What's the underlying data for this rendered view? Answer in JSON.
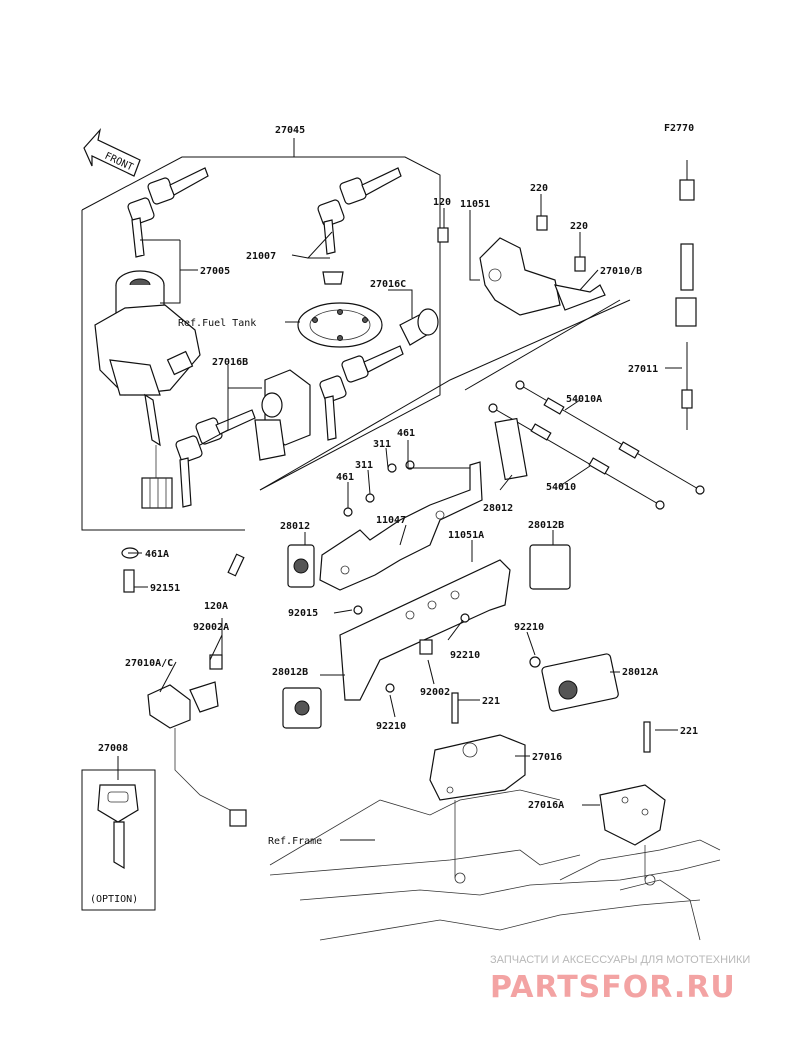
{
  "diagram_code": "F2770",
  "front_label": "FRONT",
  "parts": [
    {
      "id": "p27045",
      "number": "27045"
    },
    {
      "id": "p27005",
      "number": "27005"
    },
    {
      "id": "p21007",
      "number": "21007"
    },
    {
      "id": "p27016C",
      "number": "27016C"
    },
    {
      "id": "p27016B",
      "number": "27016B"
    },
    {
      "id": "p120",
      "number": "120"
    },
    {
      "id": "p11051",
      "number": "11051"
    },
    {
      "id": "p220a",
      "number": "220"
    },
    {
      "id": "p220b",
      "number": "220"
    },
    {
      "id": "p27010B",
      "number": "27010/B"
    },
    {
      "id": "p27011",
      "number": "27011"
    },
    {
      "id": "p54010A",
      "number": "54010A"
    },
    {
      "id": "p54010",
      "number": "54010"
    },
    {
      "id": "p461",
      "number": "461"
    },
    {
      "id": "p311a",
      "number": "311"
    },
    {
      "id": "p311b",
      "number": "311"
    },
    {
      "id": "p461b",
      "number": "461"
    },
    {
      "id": "p28012a",
      "number": "28012"
    },
    {
      "id": "p28012b",
      "number": "28012"
    },
    {
      "id": "p11047",
      "number": "11047"
    },
    {
      "id": "p11051A",
      "number": "11051A"
    },
    {
      "id": "p28012B1",
      "number": "28012B"
    },
    {
      "id": "p461A",
      "number": "461A"
    },
    {
      "id": "p92151",
      "number": "92151"
    },
    {
      "id": "p120A",
      "number": "120A"
    },
    {
      "id": "p92002A",
      "number": "92002A"
    },
    {
      "id": "p92015",
      "number": "92015"
    },
    {
      "id": "p92210a",
      "number": "92210"
    },
    {
      "id": "p92210b",
      "number": "92210"
    },
    {
      "id": "p92210c",
      "number": "92210"
    },
    {
      "id": "p27010AC",
      "number": "27010A/C"
    },
    {
      "id": "p92002",
      "number": "92002"
    },
    {
      "id": "p28012A",
      "number": "28012A"
    },
    {
      "id": "p28012B2",
      "number": "28012B"
    },
    {
      "id": "p221a",
      "number": "221"
    },
    {
      "id": "p221b",
      "number": "221"
    },
    {
      "id": "p27016",
      "number": "27016"
    },
    {
      "id": "p27016A",
      "number": "27016A"
    },
    {
      "id": "p27008",
      "number": "27008"
    }
  ],
  "references": {
    "fuel_tank": "Ref.Fuel Tank",
    "frame": "Ref.Frame"
  },
  "option_label": "(OPTION)",
  "watermark": {
    "tagline": "ЗАПЧАСТИ И АКСЕССУАРЫ ДЛЯ МОТОТЕХНИКИ",
    "logo": "PARTSFOR.RU"
  }
}
